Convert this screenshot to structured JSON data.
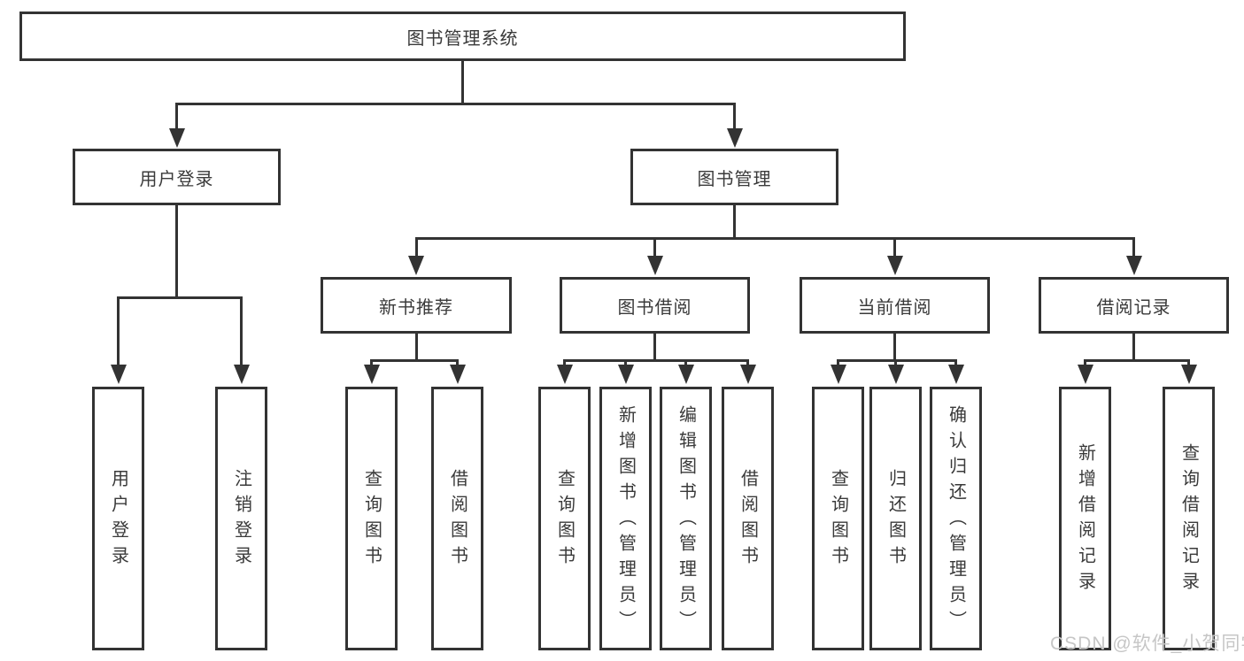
{
  "diagram_type": "hierarchy-tree",
  "tree": {
    "label": "图书管理系统",
    "children": [
      {
        "label": "用户登录",
        "children": [
          {
            "label": "用户登录"
          },
          {
            "label": "注销登录"
          }
        ]
      },
      {
        "label": "图书管理",
        "children": [
          {
            "label": "新书推荐",
            "children": [
              {
                "label": "查询图书"
              },
              {
                "label": "借阅图书"
              }
            ]
          },
          {
            "label": "图书借阅",
            "children": [
              {
                "label": "查询图书"
              },
              {
                "label": "新增图书（管理员）"
              },
              {
                "label": "编辑图书（管理员）"
              },
              {
                "label": "借阅图书"
              }
            ]
          },
          {
            "label": "当前借阅",
            "children": [
              {
                "label": "查询图书"
              },
              {
                "label": "归还图书"
              },
              {
                "label": "确认归还（管理员）"
              }
            ]
          },
          {
            "label": "借阅记录",
            "children": [
              {
                "label": "新增借阅记录"
              },
              {
                "label": "查询借阅记录"
              }
            ]
          }
        ]
      }
    ]
  },
  "watermark": {
    "text": "CSDN @软件_小贺同学"
  },
  "colors": {
    "line": "#333333",
    "text": "#3a3a3a",
    "watermark": "#c6c6c6",
    "background": "#ffffff"
  }
}
